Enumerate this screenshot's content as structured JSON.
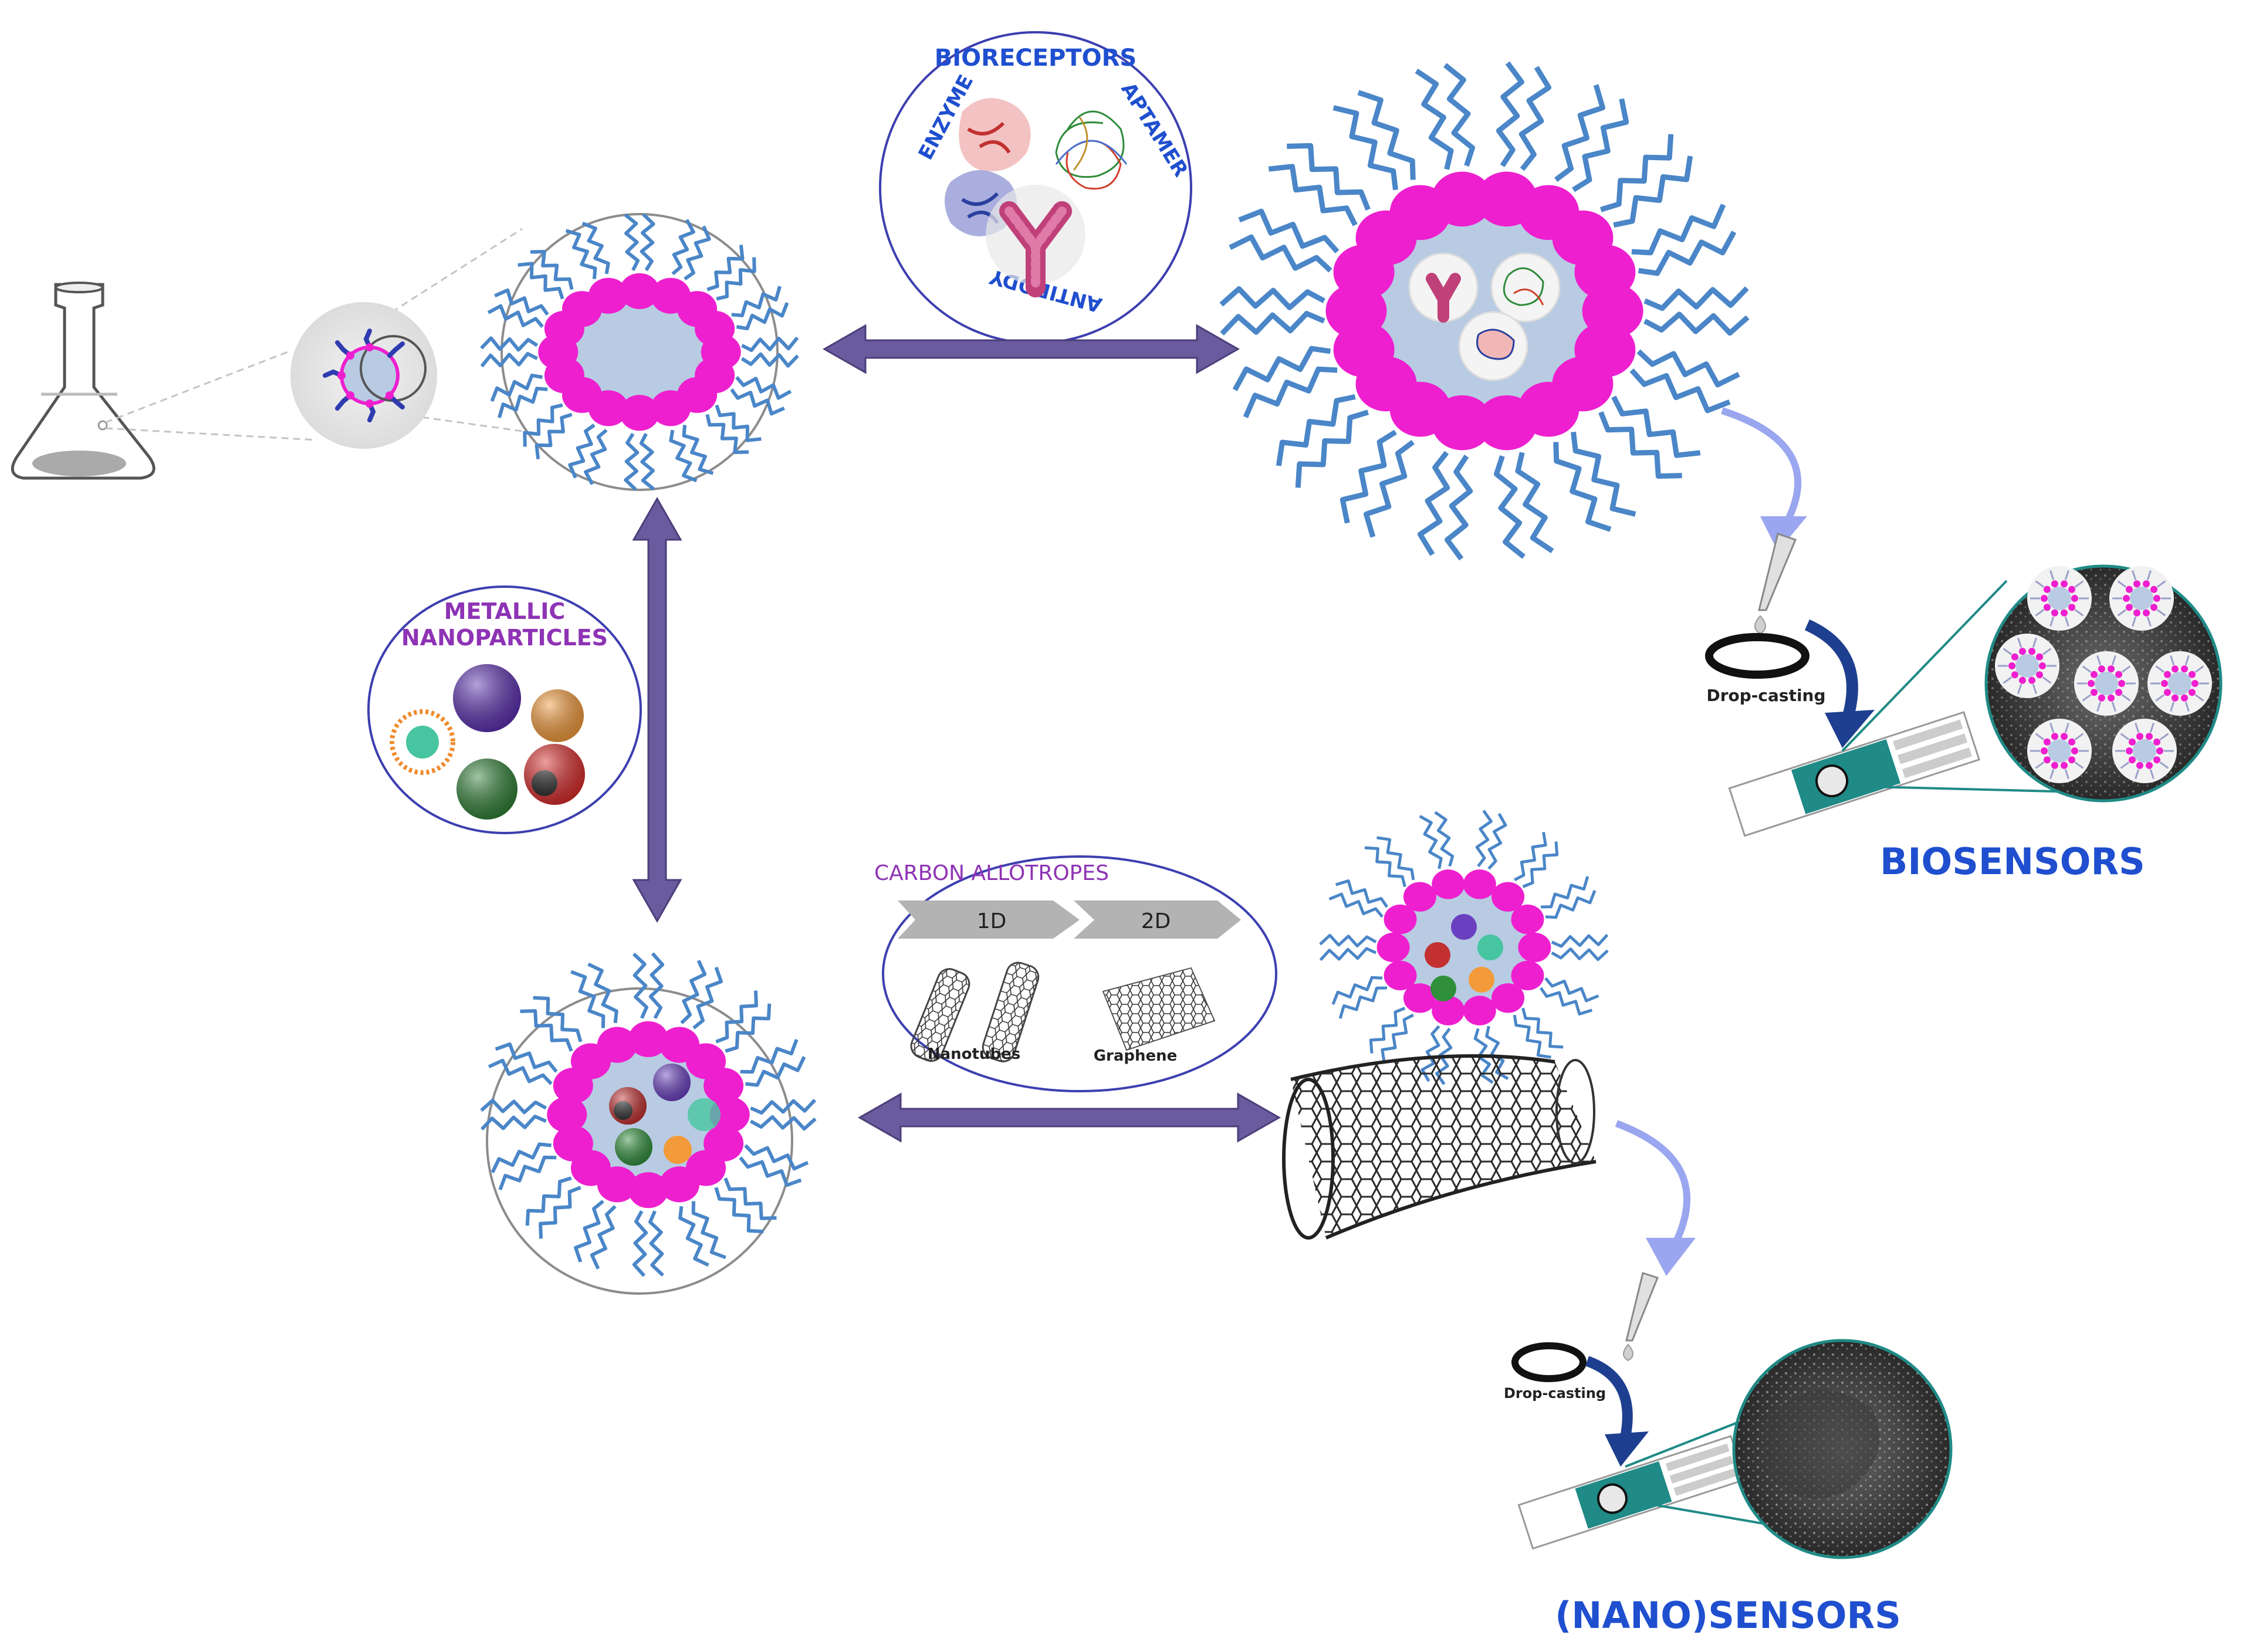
{
  "labels": {
    "bioreceptors": "BIORECEPTORS",
    "enzyme": "ENZYME",
    "aptamer": "APTAMER",
    "antibody": "ANTIBODY",
    "metallic_line1": "METALLIC",
    "metallic_line2": "NANOPARTICLES",
    "carbon_allotropes": "CARBON ALLOTROPES",
    "one_d": "1D",
    "two_d": "2D",
    "nanotubes": "Nanotubes",
    "graphene": "Graphene",
    "drop_casting_top": "Drop-casting",
    "drop_casting_bottom": "Drop-casting",
    "biosensors": "BIOSENSORS",
    "nanosensors": "(NANO)SENSORS"
  },
  "colors": {
    "arrow": "#6a5a9e",
    "arrow_edge": "#4b3f7a",
    "micelle_head": "#ee1fcf",
    "micelle_core": "#b8cbe3",
    "tail": "#4a86c8",
    "label_purple": "#8e33b5",
    "label_blue": "#1f4fcf",
    "circle_outline": "#3d3fb0",
    "electrode_teal": "#1f8a86",
    "drop_arrow": "#1e3f8f",
    "curve_arrow": "#9aa6ef"
  }
}
